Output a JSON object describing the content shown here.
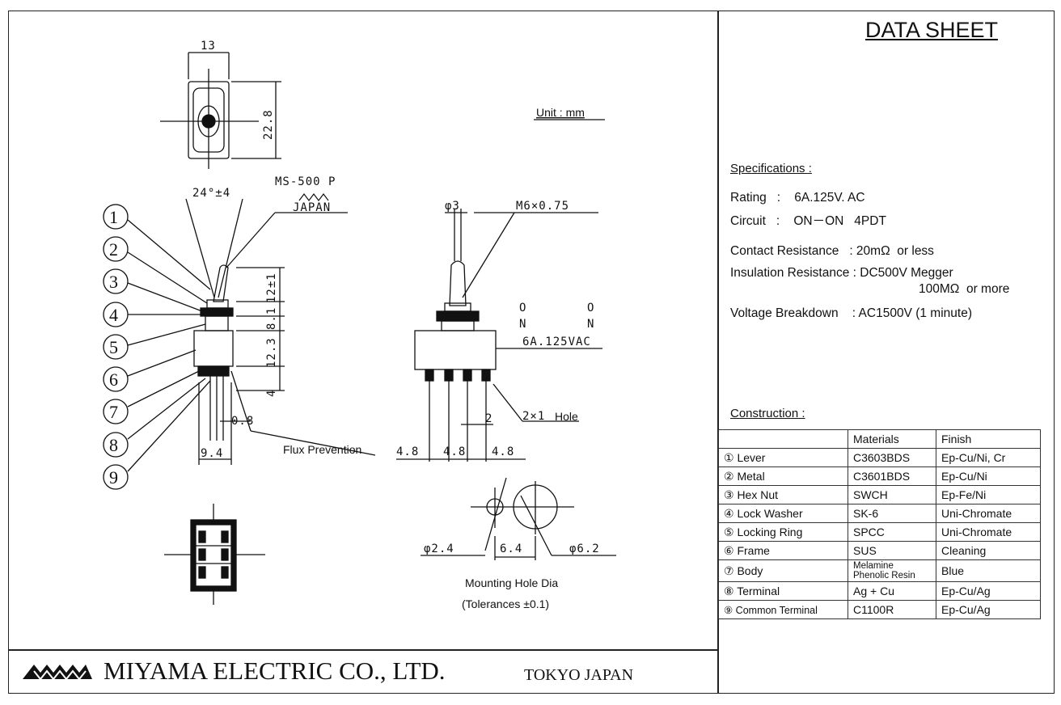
{
  "header": {
    "title": "DATA SHEET"
  },
  "drawing": {
    "unit": "Unit : mm",
    "model": "MS-500 P",
    "origin": "JAPAN",
    "dim_width": "13",
    "dim_height": "22.8",
    "dim_angle": "24°±4",
    "dim_thread": "M6×0.75",
    "dim_lever_dia": "φ3",
    "dim_12": "12±1",
    "dim_8": "8.1",
    "dim_12_3": "12.3",
    "dim_4": "4",
    "dim_0_8": "0.8",
    "dim_9_4": "9.4",
    "dim_2": "2",
    "dim_hole": "2×1",
    "hole_label": "Hole",
    "pitch_a": "4.8",
    "pitch_b": "4.8",
    "pitch_c": "4.8",
    "on_left_1": "O",
    "on_left_2": "N",
    "on_right_1": "O",
    "on_right_2": "N",
    "rating_marking": "6A.125VAC",
    "flux_label": "Flux Prevention",
    "hole_small": "φ2.4",
    "hole_spacing": "6.4",
    "hole_large": "φ6.2",
    "mounting_label": "Mounting Hole Dia",
    "tolerance_label": "(Tolerances ±0.1)",
    "callouts": [
      "1",
      "2",
      "3",
      "4",
      "5",
      "6",
      "7",
      "8",
      "9"
    ]
  },
  "specifications": {
    "heading": "Specifications :",
    "rating": "Rating   :    6A.125V. AC",
    "circuit": "Circuit   :    ON－ON   4PDT",
    "contact": "Contact Resistance   : 20mΩ  or less",
    "insulation_1": "Insulation Resistance : DC500V Megger",
    "insulation_2": "100MΩ  or more",
    "voltage": "Voltage Breakdown    : AC1500V (1 minute)"
  },
  "construction": {
    "heading": "Construction :",
    "col_materials": "Materials",
    "col_finish": "Finish",
    "rows": [
      {
        "part": "① Lever",
        "material": "C3603BDS",
        "finish": "Ep-Cu/Ni, Cr"
      },
      {
        "part": "② Metal",
        "material": "C3601BDS",
        "finish": "Ep-Cu/Ni"
      },
      {
        "part": "③ Hex Nut",
        "material": "SWCH",
        "finish": "Ep-Fe/Ni"
      },
      {
        "part": "④ Lock Washer",
        "material": "SK-6",
        "finish": "Uni-Chromate"
      },
      {
        "part": "⑤ Locking Ring",
        "material": "SPCC",
        "finish": "Uni-Chromate"
      },
      {
        "part": "⑥ Frame",
        "material": "SUS",
        "finish": "Cleaning"
      },
      {
        "part": "⑦ Body",
        "material": "Melamine Phenolic Resin",
        "finish": "Blue"
      },
      {
        "part": "⑧ Terminal",
        "material": "Ag + Cu",
        "finish": "Ep-Cu/Ag"
      },
      {
        "part": "⑨ Common Terminal",
        "material": "C1100R",
        "finish": "Ep-Cu/Ag"
      }
    ]
  },
  "footer": {
    "company": "MIYAMA ELECTRIC CO., LTD.",
    "location": "TOKYO JAPAN"
  }
}
